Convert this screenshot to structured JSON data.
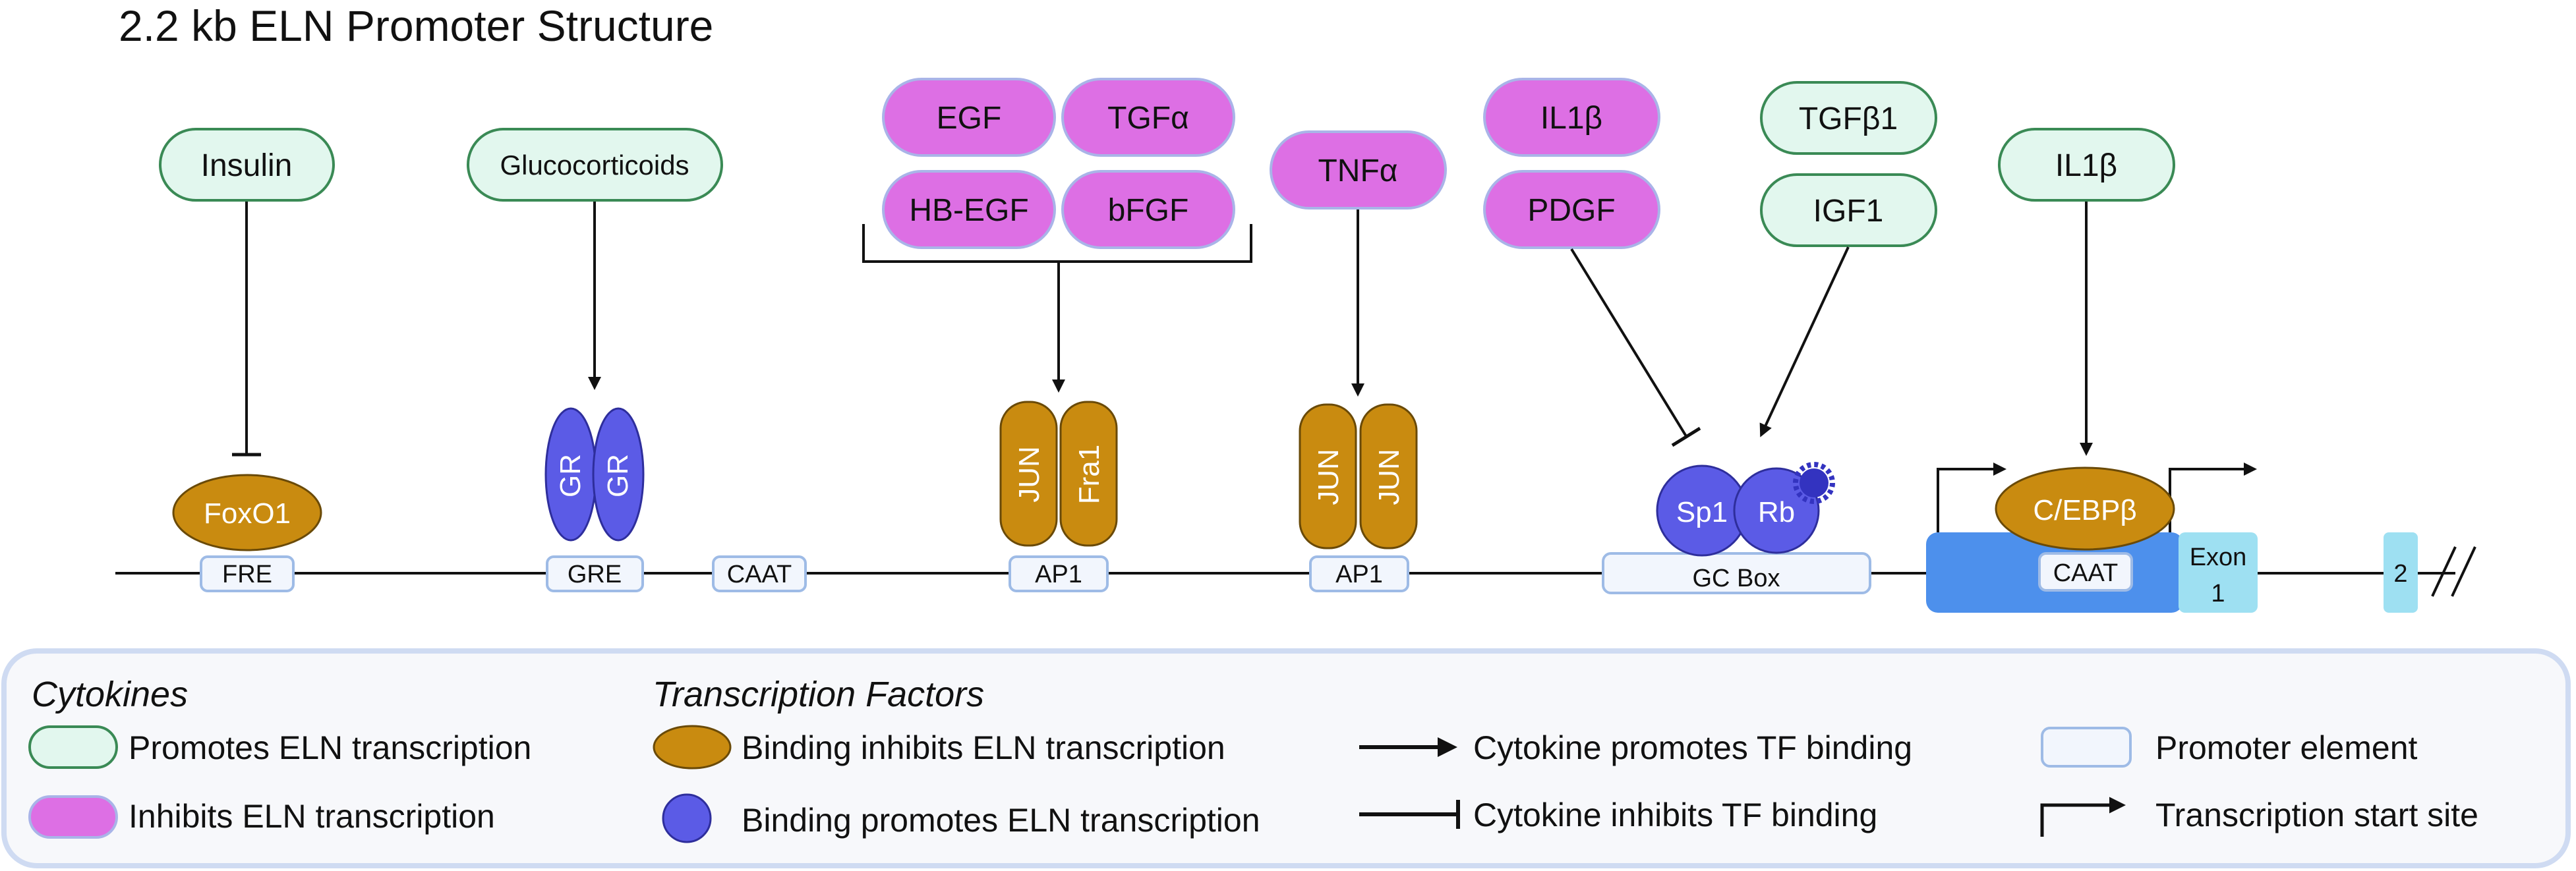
{
  "title": "2.2 kb ELN Promoter Structure",
  "colors": {
    "promote_fill": "#e2f7ee",
    "promote_stroke": "#3a8a55",
    "inhibit_fill": "#dd6fe4",
    "inhibit_stroke": "#a9b4e8",
    "tf_inhibit": "#c98b10",
    "tf_promote": "#5b5be6",
    "element_fill": "#f2f6fd",
    "element_stroke": "#9ebbe6",
    "exon_fill": "#9ee0f2",
    "caat_box": "#4d90ec"
  },
  "cytokines": {
    "insulin": "Insulin",
    "glucocorticoids": "Glucocorticoids",
    "egf": "EGF",
    "tgfa": "TGFα",
    "hbegf": "HB-EGF",
    "bfgf": "bFGF",
    "tnfa": "TNFα",
    "il1b_a": "IL1β",
    "pdgf": "PDGF",
    "tgfb1": "TGFβ1",
    "igf1": "IGF1",
    "il1b_b": "IL1β"
  },
  "tfs": {
    "foxo1": "FoxO1",
    "gr1": "GR",
    "gr2": "GR",
    "jun1": "JUN",
    "fra1": "Fra1",
    "jun2": "JUN",
    "jun3": "JUN",
    "sp1": "Sp1",
    "rb": "Rb",
    "cebpb": "C/EBPβ"
  },
  "elements": {
    "fre": "FRE",
    "gre": "GRE",
    "caat1": "CAAT",
    "ap1a": "AP1",
    "ap1b": "AP1",
    "gcbox": "GC Box",
    "caat2": "CAAT",
    "exon1_line1": "Exon",
    "exon1_line2": "1",
    "exon2": "2"
  },
  "legend": {
    "cytokines_heading": "Cytokines",
    "promotes": "Promotes ELN transcription",
    "inhibits": "Inhibits ELN transcription",
    "tf_heading": "Transcription Factors",
    "tf_inhibits": "Binding inhibits ELN transcription",
    "tf_promotes": "Binding promotes ELN transcription",
    "arrow_promotes": "Cytokine promotes TF binding",
    "arrow_inhibits": "Cytokine inhibits TF binding",
    "promoter_element": "Promoter element",
    "tss": "Transcription start site"
  }
}
